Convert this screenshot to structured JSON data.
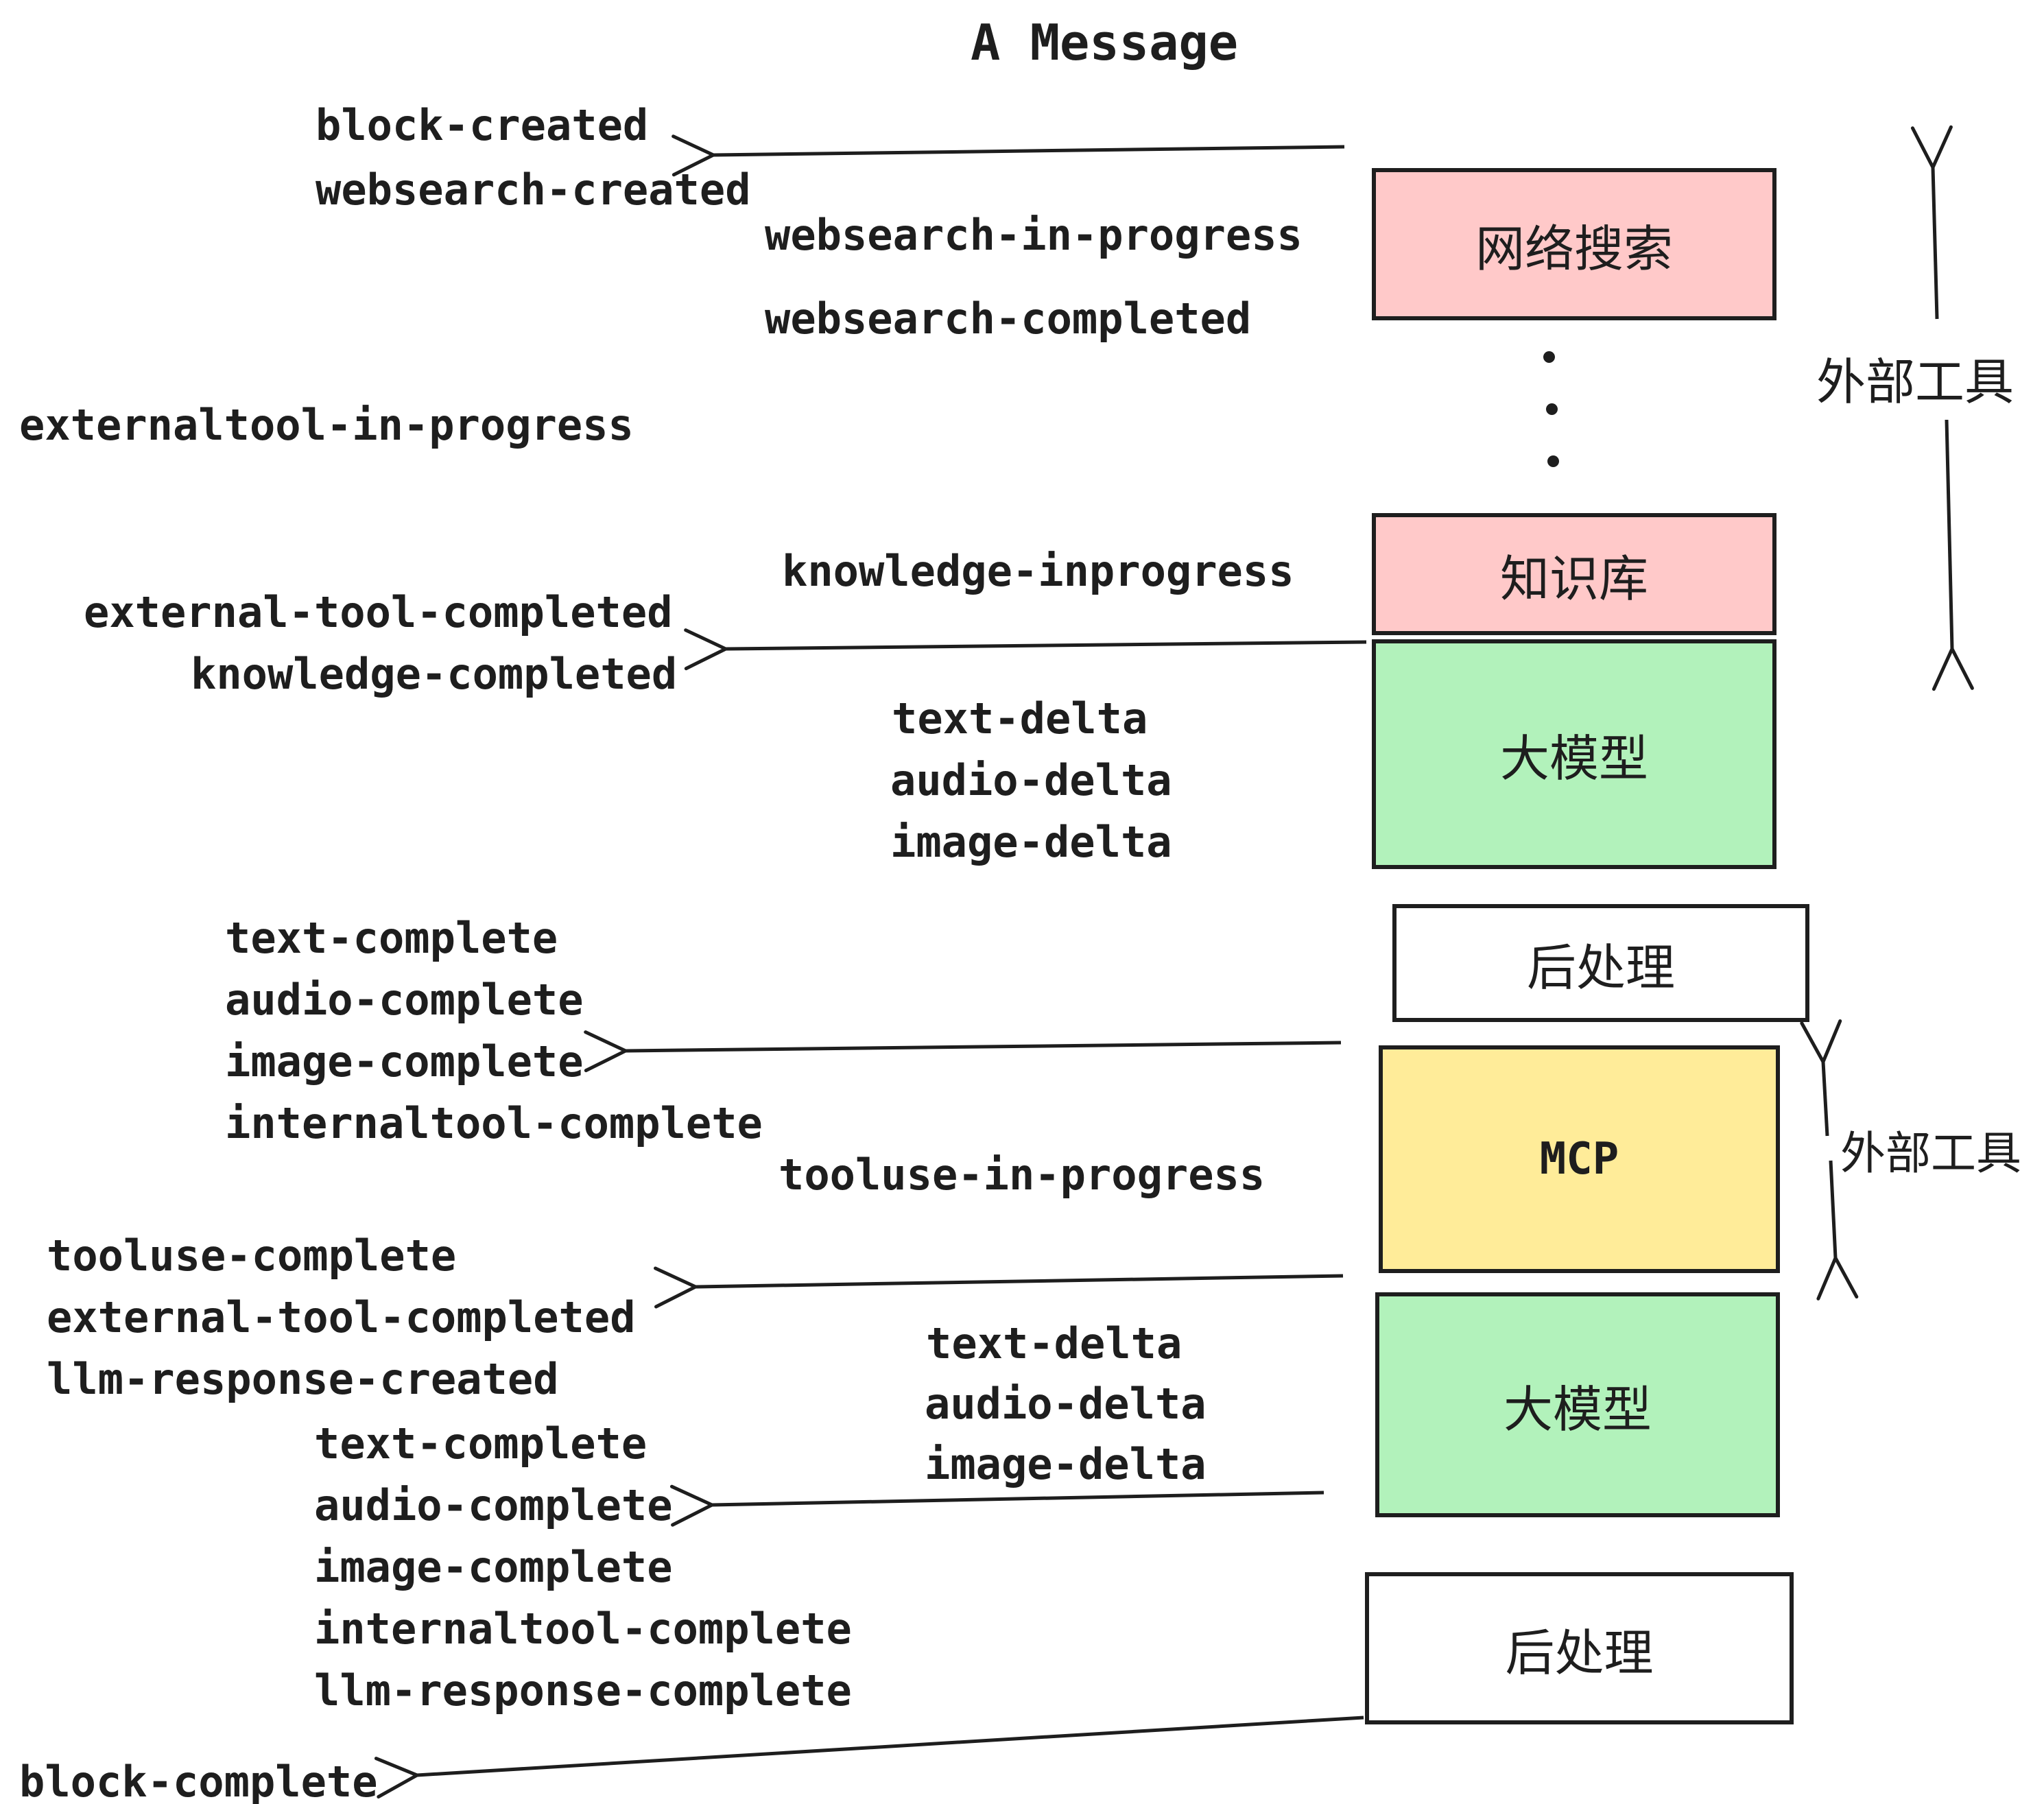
{
  "title": "A Message",
  "colors": {
    "pink": "#ffc9c9",
    "green": "#b2f2bb",
    "yellow": "#ffec99",
    "white": "#ffffff",
    "stroke": "#1e1e1e"
  },
  "boxes": [
    {
      "id": "websearch",
      "label": "网络搜索",
      "fill": "pink"
    },
    {
      "id": "knowledge",
      "label": "知识库",
      "fill": "pink"
    },
    {
      "id": "llm-1",
      "label": "大模型",
      "fill": "green"
    },
    {
      "id": "postprocess-1",
      "label": "后处理",
      "fill": "white"
    },
    {
      "id": "mcp",
      "label": "MCP",
      "fill": "yellow"
    },
    {
      "id": "llm-2",
      "label": "大模型",
      "fill": "green"
    },
    {
      "id": "postprocess-2",
      "label": "后处理",
      "fill": "white"
    }
  ],
  "events": [
    "block-created",
    "websearch-created",
    "websearch-in-progress",
    "websearch-completed",
    "externaltool-in-progress",
    "knowledge-inprogress",
    "external-tool-completed",
    "knowledge-completed",
    "text-delta",
    "audio-delta",
    "image-delta",
    "text-complete",
    "audio-complete",
    "image-complete",
    "internaltool-complete",
    "tooluse-in-progress",
    "tooluse-complete",
    "external-tool-completed",
    "llm-response-created",
    "text-complete",
    "audio-complete",
    "image-complete",
    "internaltool-complete",
    "llm-response-complete",
    "block-complete"
  ],
  "side_labels": [
    {
      "text": "外部工具"
    },
    {
      "text": "外部工具"
    }
  ],
  "arrows": [
    {
      "name": "arrow-to-block-created",
      "direction": "left"
    },
    {
      "name": "arrow-to-knowledge-completed",
      "direction": "left"
    },
    {
      "name": "arrow-to-image-complete",
      "direction": "left"
    },
    {
      "name": "arrow-to-external-tool-completed",
      "direction": "left"
    },
    {
      "name": "arrow-to-audio-complete",
      "direction": "left"
    },
    {
      "name": "arrow-to-block-complete",
      "direction": "left"
    },
    {
      "name": "external-tools-up-1",
      "direction": "up"
    },
    {
      "name": "external-tools-down-1",
      "direction": "down"
    },
    {
      "name": "external-tools-up-2",
      "direction": "up"
    },
    {
      "name": "external-tools-down-2",
      "direction": "down"
    }
  ]
}
